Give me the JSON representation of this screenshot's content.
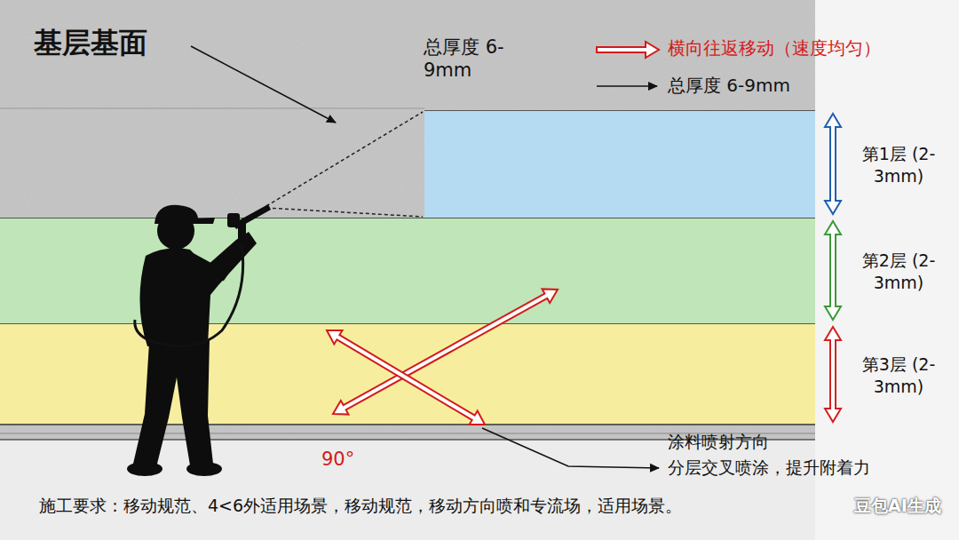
{
  "diagram": {
    "title": "基层基面",
    "nodes": [
      {
        "text": [
          "第1层 (2-3mm)"
        ]
      },
      {
        "text": [
          "第2层 (2-3mm)"
        ]
      },
      {
        "text": [
          "第3层 (2-3mm)"
        ]
      }
    ],
    "labels": [
      "总厚度 6-9mm",
      "90°",
      "涂料喷射方向",
      "分层交叉喷涂，提升附着力",
      "施工要求：移动规范、4<6外适用场景，移动规范，移动方向喷和专流场，适用场景。",
      "豆包AI生成"
    ],
    "legend": [
      {
        "text": "横向往返移动（速度均匀）"
      },
      {
        "text": "总厚度 6-9mm"
      }
    ]
  }
}
